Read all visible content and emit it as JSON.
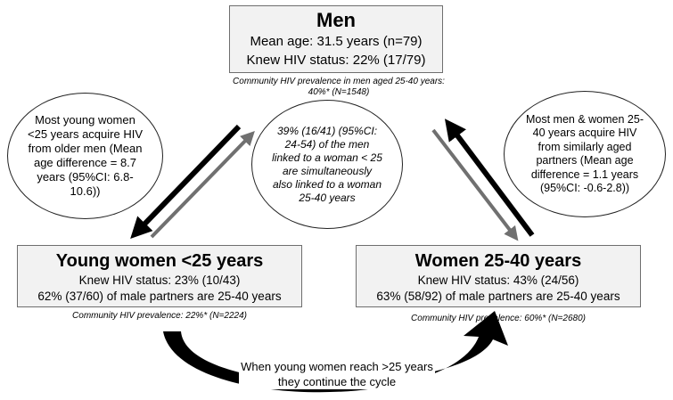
{
  "men": {
    "title": "Men",
    "mean_age": "Mean age: 31.5 years (n=79)",
    "knew_status": "Knew HIV status: 22% (17/79)",
    "prevalence_note": "Community HIV prevalence in men aged 25-40 years: 40%* (N=1548)"
  },
  "young_women": {
    "title": "Young women <25 years",
    "knew_status": "Knew HIV status: 23% (10/43)",
    "partners": "62% (37/60) of male partners are 25-40 years",
    "prevalence_note": "Community HIV prevalence: 22%* (N=2224)"
  },
  "women_25_40": {
    "title": "Women 25-40 years",
    "knew_status": "Knew HIV status: 43% (24/56)",
    "partners": "63% (58/92) of male partners are 25-40 years",
    "prevalence_note": "Community HIV prevalence: 60%* (N=2680)"
  },
  "ovals": {
    "left": "Most young women <25 years acquire HIV from older men (Mean age difference = 8.7 years (95%CI: 6.8-10.6))",
    "center": "39% (16/41) (95%CI: 24-54) of the men linked to a woman < 25 are simultaneously also linked to a woman 25-40 years",
    "right": "Most men & women 25-40 years acquire HIV from similarly aged partners (Mean age difference = 1.1 years (95%CI: -0.6-2.8))"
  },
  "cycle_text": "When young women reach >25 years they continue the cycle",
  "colors": {
    "box_fill": "#f2f2f2",
    "box_border": "#6e6e6e",
    "dark_arrow": "#000000",
    "gray_arrow": "#707070"
  }
}
